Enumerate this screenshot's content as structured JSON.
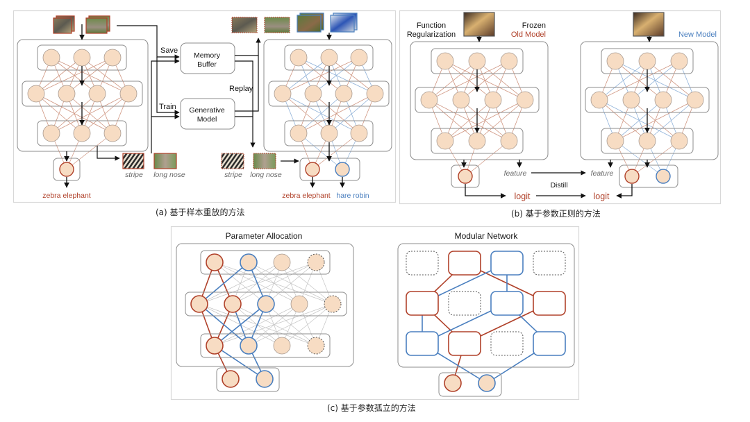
{
  "colors": {
    "old_task": "#b0412a",
    "new_task": "#4a7fbf",
    "node_fill": "#f7dcc3",
    "node_stroke": "#a89a90",
    "neutral_edge": "#c0c0c0",
    "box_stroke": "#8c8c8c"
  },
  "panel_a": {
    "caption": "(a) 基于样本重放的方法",
    "save_label": "Save",
    "train_label": "Train",
    "replay_label": "Replay",
    "memory_buffer_line1": "Memory",
    "memory_buffer_line2": "Buffer",
    "generative_model_line1": "Generative",
    "generative_model_line2": "Model",
    "feature_labels": [
      "stripe",
      "long nose"
    ],
    "replay_feature_labels": [
      "stripe",
      "long nose"
    ],
    "old_output_label": "zebra elephant",
    "new_output_old_part": "zebra elephant",
    "new_output_new_part": "hare robin",
    "input_images": [
      "zebra-image",
      "elephant-image"
    ],
    "replay_images": [
      "zebra-image",
      "elephant-image",
      "hare-image",
      "robin-image"
    ]
  },
  "panel_b": {
    "caption": "(b) 基于参数正则的方法",
    "function_reg_line1": "Function",
    "function_reg_line2": "Regularization",
    "frozen_label": "Frozen",
    "old_model_label": "Old Model",
    "new_model_label": "New Model",
    "feature_label_left": "feature",
    "feature_label_right": "feature",
    "distill_label": "Distill",
    "logit_left": "logit",
    "logit_right": "logit",
    "input_images": [
      "cat-image",
      "cat-image"
    ]
  },
  "panel_c": {
    "caption": "(c) 基于参数孤立的方法",
    "param_alloc_title": "Parameter Allocation",
    "modular_title": "Modular Network"
  }
}
